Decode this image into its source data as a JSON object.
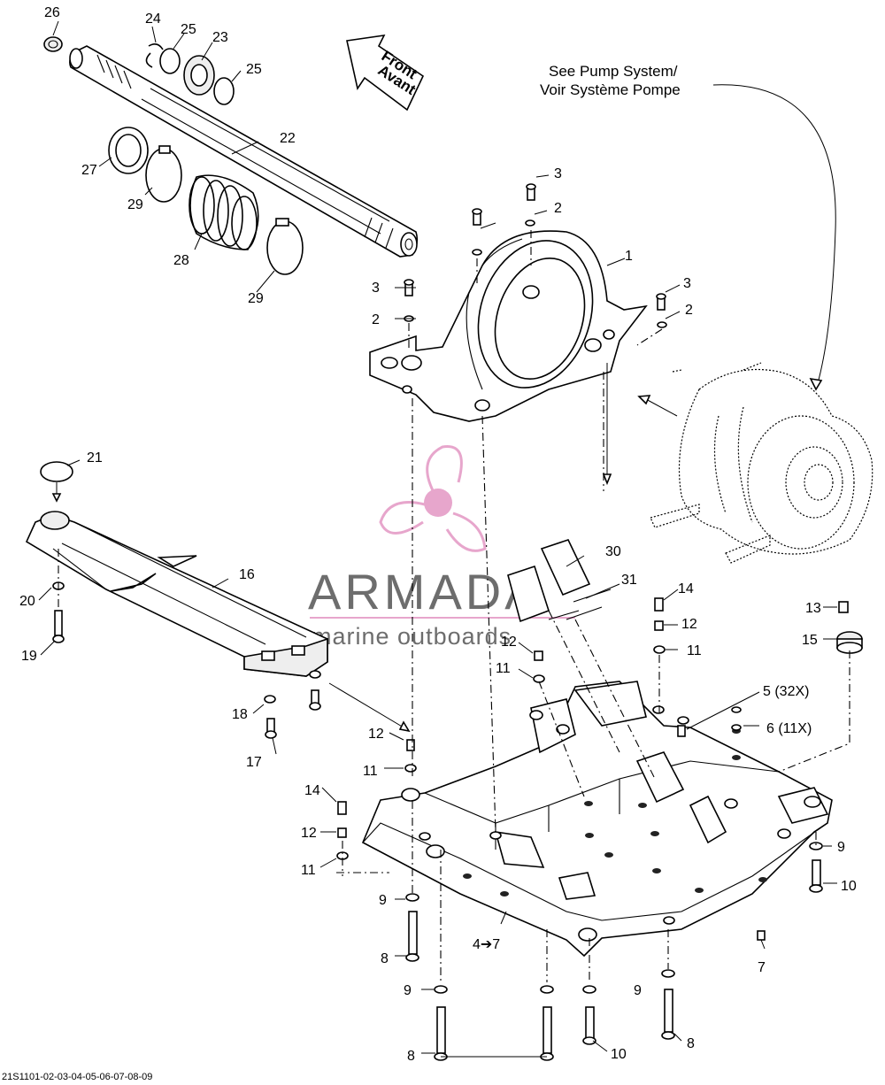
{
  "labels": {
    "p1": "1",
    "p2a": "2",
    "p2b": "2",
    "p2c": "2",
    "p3a": "3",
    "p3b": "3",
    "p3c": "3",
    "p4to7": "4➔7",
    "p5": "5 (32X)",
    "p6": "6 (11X)",
    "p7": "7",
    "p8a": "8",
    "p8b": "8",
    "p8c": "8",
    "p9a": "9",
    "p9b": "9",
    "p9c": "9",
    "p9d": "9",
    "p10a": "10",
    "p10b": "10",
    "p11a": "11",
    "p11b": "11",
    "p11c": "11",
    "p11d": "11",
    "p12a": "12",
    "p12b": "12",
    "p12c": "12",
    "p12d": "12",
    "p13": "13",
    "p14a": "14",
    "p14b": "14",
    "p15": "15",
    "p16": "16",
    "p17": "17",
    "p18": "18",
    "p19": "19",
    "p20": "20",
    "p21": "21",
    "p22": "22",
    "p23": "23",
    "p24": "24",
    "p25a": "25",
    "p25b": "25",
    "p26": "26",
    "p27": "27",
    "p28": "28",
    "p29a": "29",
    "p29b": "29",
    "p30": "30",
    "p31": "31"
  },
  "front_arrow": {
    "line1": "Front",
    "line2": "Avant"
  },
  "pump_note": {
    "line1": "See Pump System/",
    "line2": "Voir Système Pompe"
  },
  "watermark": {
    "brand": "ARMADA",
    "tagline": "marine outboards",
    "logo_color": "#e7a6cc",
    "text_color": "#6d6d6d"
  },
  "reference": "21S1101-02-03-04-05-06-07-08-09"
}
